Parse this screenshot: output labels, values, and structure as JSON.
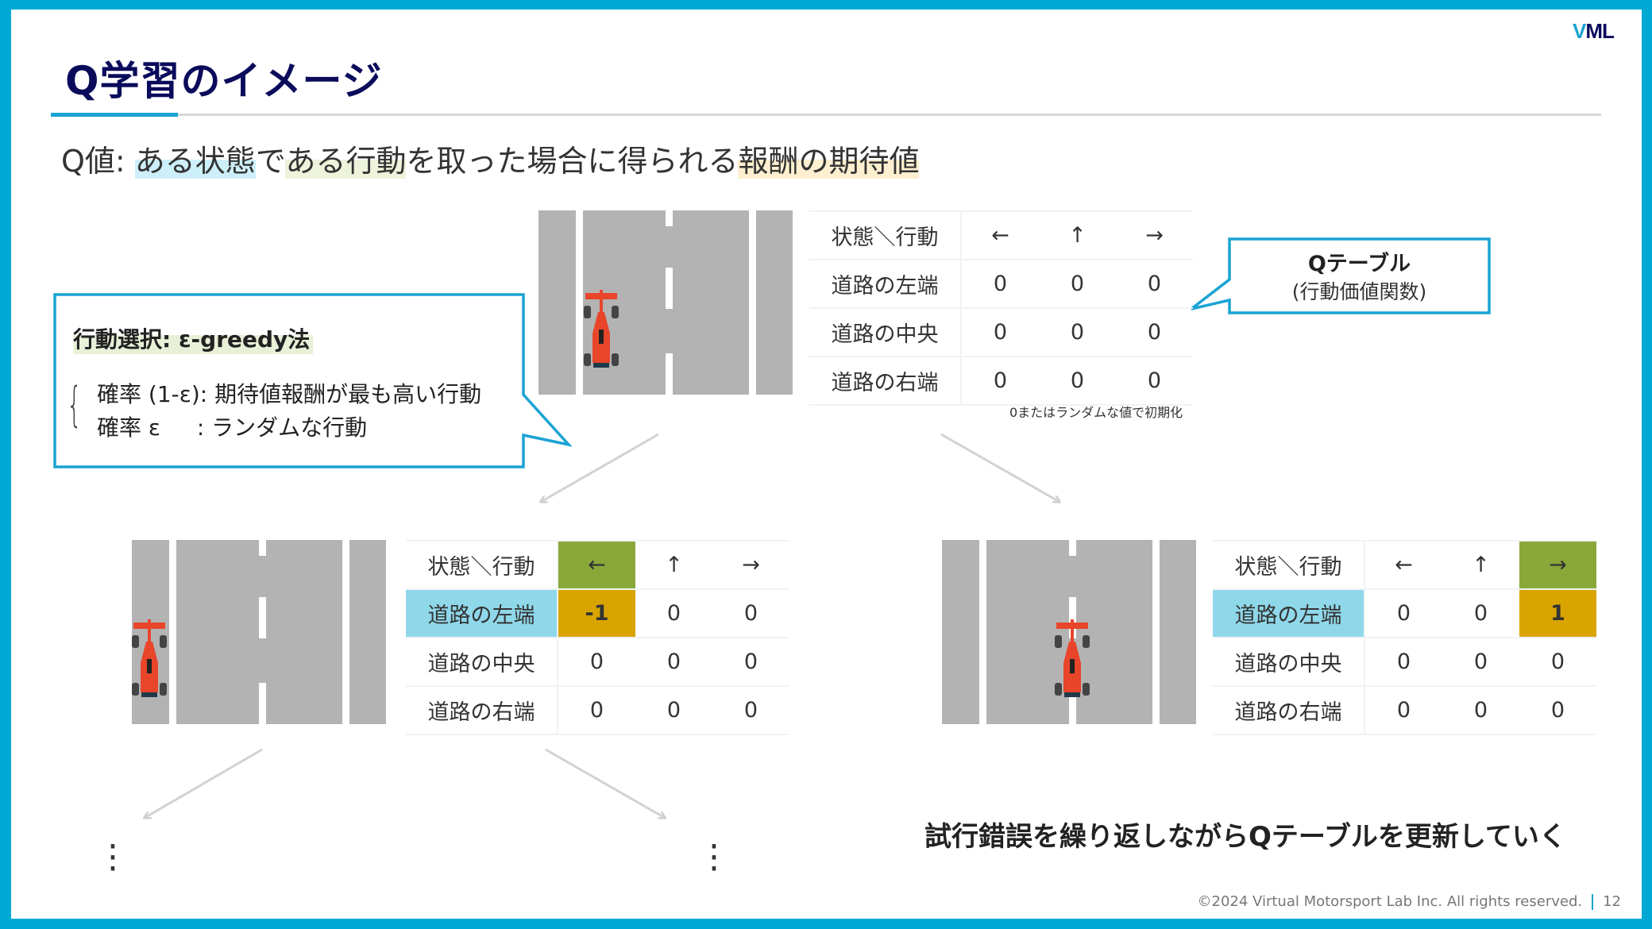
{
  "slide": {
    "title": "Q学習のイメージ",
    "logo": {
      "v": "V",
      "ml": "ML"
    },
    "subtitle": {
      "parts": [
        "Q値: ",
        "ある状態",
        "で",
        "ある行動",
        "を取った場合に得られる",
        "報酬の期待値"
      ]
    },
    "colors": {
      "frame": "#00a9d4",
      "title": "#0b0b5c",
      "action_highlight": "#8aa83a",
      "state_highlight": "#8fd8ea",
      "value_highlight": "#d9a400"
    },
    "epsilon_greedy": {
      "heading": "行動選択: ε-greedy法",
      "line1": "確率 (1-ε): 期待値報酬が最も高い行動",
      "line2": "確率 ε　  : ランダムな行動"
    },
    "q_table_callout": {
      "title": "Qテーブル",
      "subtitle": "(行動価値関数)"
    },
    "init_note": "0またはランダムな値で初期化",
    "tables": [
      {
        "car_position": "left-lane",
        "header": [
          "状態＼行動",
          "←",
          "↑",
          "→"
        ],
        "rows": [
          [
            "道路の左端",
            "0",
            "0",
            "0"
          ],
          [
            "道路の中央",
            "0",
            "0",
            "0"
          ],
          [
            "道路の右端",
            "0",
            "0",
            "0"
          ]
        ],
        "highlight_action": null,
        "highlight_state": null
      },
      {
        "car_position": "left-edge",
        "header": [
          "状態＼行動",
          "←",
          "↑",
          "→"
        ],
        "rows": [
          [
            "道路の左端",
            "-1",
            "0",
            "0"
          ],
          [
            "道路の中央",
            "0",
            "0",
            "0"
          ],
          [
            "道路の右端",
            "0",
            "0",
            "0"
          ]
        ],
        "highlight_action": 1,
        "highlight_state": 0
      },
      {
        "car_position": "center",
        "header": [
          "状態＼行動",
          "←",
          "↑",
          "→"
        ],
        "rows": [
          [
            "道路の左端",
            "0",
            "0",
            "1"
          ],
          [
            "道路の中央",
            "0",
            "0",
            "0"
          ],
          [
            "道路の右端",
            "0",
            "0",
            "0"
          ]
        ],
        "highlight_action": 3,
        "highlight_state": 0
      }
    ],
    "message": "試行錯誤を繰り返しながらQテーブルを更新していく",
    "footer": {
      "copyright": "©2024 Virtual Motorsport Lab Inc. All rights reserved.",
      "page": "12"
    }
  }
}
